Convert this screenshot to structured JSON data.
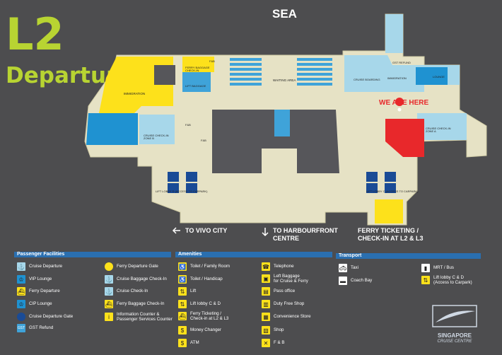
{
  "header": {
    "level": "L2",
    "title": "Departure",
    "sea": "SEA"
  },
  "map_labels": {
    "we_are_here": "WE ARE HERE",
    "waiting_area": "WAITING AREA",
    "immigration_left": "IMMIGRATION",
    "immigration_right": "IMMIGRATION",
    "cruise_checkin_b": "CRUISE CHECK-IN\nZONE B",
    "cruise_checkin_a": "CRUISE CHECK-IN\nZONE A",
    "cruise_boarding": "CRUISE BOARDING",
    "ferry_baggage": "FERRY BAGGAGE\nCHECK-IN",
    "lift_baggage": "LIFT BAGGAGE",
    "fb1": "F&B",
    "fb2": "F&B",
    "fb3": "F&B",
    "lounge": "LOUNGE",
    "gst_refund": "GST REFUND",
    "lift_lobby_d": "LIFT LOBBY D (ACCESS TO CARPARK)",
    "lift_lobby_c": "LIFT LOBBY C (ACCESS TO CARPARK)"
  },
  "directions": {
    "vivo": "TO VIVO CITY",
    "harbourfront": "TO HARBOURFRONT\nCENTRE",
    "ferry": "FERRY TICKETING /\nCHECK-IN AT L2 & L3"
  },
  "legend": {
    "passenger": {
      "heading": "Passenger Facilities",
      "col1": [
        "Cruise Departure",
        "VIP Lounge",
        "Ferry Departure",
        "CIP Lounge",
        "Cruise Departure Gate",
        "GST Refund"
      ],
      "col2": [
        "Ferry Departure Gate",
        "Cruise Baggage Check-In",
        "Cruise Check-In",
        "Ferry Baggage Check-In",
        "Information Counter &\nPassenger Services Counter"
      ]
    },
    "amenities": {
      "heading": "Amenities",
      "col1": [
        "Toilet / Family Room",
        "Toilet / Handicap",
        "Lift",
        "Lift lobby C & D",
        "Ferry Ticketing /\nCheck-in at L2 & L3",
        "Money Changer",
        "ATM"
      ],
      "col2": [
        "Telephone",
        "Left Baggage\nfor Cruise & Ferry",
        "Pass office",
        "Duty Free Shop",
        "Convenience Store",
        "Shop",
        "F & B"
      ]
    },
    "transport": {
      "heading": "Transport",
      "col1": [
        "Taxi",
        "Coach Bay"
      ],
      "col2": [
        "MRT / Bus",
        "Lift lobby C & D\n(Access to Carpark)"
      ]
    }
  },
  "logo": {
    "line1": "SINGAPORE",
    "line2": "CRUISE CENTRE"
  },
  "colors": {
    "background": "#4d4d4f",
    "floor": "#e6e2c5",
    "yellow": "#fde11b",
    "blue": "#1f92d1",
    "light_blue": "#a7d7ea",
    "red": "#e8282b",
    "accent_green": "#b8d432",
    "legend_bar": "#2a6fb0"
  }
}
